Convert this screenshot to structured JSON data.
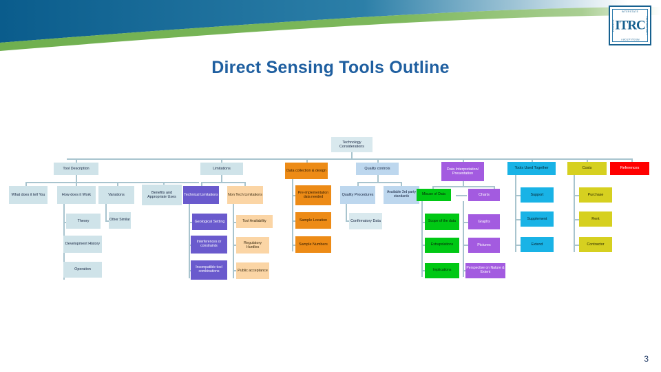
{
  "slide": {
    "title": "Direct Sensing Tools Outline",
    "page_number": "3"
  },
  "logo": {
    "center_text": "ITRC",
    "top_text": "INTERSTATE",
    "right_text": "TECHNOLOGY",
    "bottom_text": "REGULATORY",
    "left_text": "COUNCIL"
  },
  "colors": {
    "banner_blue": "#0A5C8C",
    "banner_green": "#6FAF4F",
    "title_blue": "#1F5FA0",
    "connector": "#A8C4CE",
    "pale_blue": "#CFE3E9",
    "light_blue": "#D9E9EE",
    "purple": "#6A5ACD",
    "peach": "#FBD5A5",
    "orange": "#ED8B16",
    "sky_blue": "#BDD7EE",
    "violet": "#A35BE0",
    "green": "#00C814",
    "cyan": "#19B3E6",
    "yellow": "#D6D020",
    "red": "#FF0000"
  },
  "chart_data": {
    "type": "diagram",
    "title": "Direct Sensing Tools Outline",
    "root": "Technology Considerations",
    "branches": [
      {
        "name": "Tool Description",
        "children": [
          {
            "name": "What does it tell You",
            "children": []
          },
          {
            "name": "How does it Work",
            "children": [
              "Theory",
              "Development History",
              "Operation"
            ]
          },
          {
            "name": "Variations",
            "children": [
              "Other Similar"
            ]
          },
          {
            "name": "Benefits and Appropriate Uses",
            "children": []
          }
        ]
      },
      {
        "name": "Limitations",
        "children": [
          {
            "name": "Technical Limitations",
            "children": [
              "Geological Setting",
              "Interferences or constraints",
              "Incompatible tool combinations"
            ]
          },
          {
            "name": "Non Tech Limitations",
            "children": [
              "Tool Availability",
              "Regulatory Hurdles",
              "Public acceptance"
            ]
          }
        ]
      },
      {
        "name": "Data collection & design",
        "children": [
          {
            "name": "Pre-implementation data needed",
            "children": []
          },
          {
            "name": "Sample Location",
            "children": []
          },
          {
            "name": "Sample Numbers",
            "children": []
          }
        ]
      },
      {
        "name": "Quality controls",
        "children": [
          {
            "name": "Quality Procedures",
            "children": [
              "Confirmatory Data"
            ]
          },
          {
            "name": "Available 3rd party standards",
            "children": []
          }
        ]
      },
      {
        "name": "Data Interpretation/ Presentation",
        "children": [
          {
            "name": "Misuse of Data",
            "children": [
              "Scope of the data",
              "Extrapolations",
              "Implications"
            ]
          },
          {
            "name": "Charts",
            "children": []
          },
          {
            "name": "Graphs",
            "children": []
          },
          {
            "name": "Pictures",
            "children": []
          },
          {
            "name": "Perspective on Nature & Extent",
            "children": []
          }
        ]
      },
      {
        "name": "Tools Used Together",
        "children": [
          {
            "name": "Support",
            "children": []
          },
          {
            "name": "Supplement",
            "children": []
          },
          {
            "name": "Extend",
            "children": []
          }
        ]
      },
      {
        "name": "Costs",
        "children": [
          {
            "name": "Purchase",
            "children": []
          },
          {
            "name": "Rent",
            "children": []
          },
          {
            "name": "Contractor",
            "children": []
          }
        ]
      },
      {
        "name": "References",
        "children": []
      }
    ]
  },
  "nodes": {
    "root": "Technology Considerations",
    "tool_description": "Tool Description",
    "what_does_it_tell_you": "What does it tell You",
    "how_does_it_work": "How does it Work",
    "variations": "Variations",
    "benefits_uses": "Benefits and Appropriate Uses",
    "theory": "Theory",
    "other_similar": "Other Similar",
    "development_history": "Development History",
    "operation": "Operation",
    "limitations": "Limitations",
    "technical_limitations": "Technical Limitations",
    "non_tech_limitations": "Non Tech Limitations",
    "geological_setting": "Geological Setting",
    "tool_availability": "Tool Availability",
    "interferences": "Interferences or constraints",
    "regulatory_hurdles": "Regulatory Hurdles",
    "incompatible_tools": "Incompatible tool combinations",
    "public_acceptance": "Public acceptance",
    "data_collection": "Data collection & design",
    "pre_implementation": "Pre-implementation data needed",
    "sample_location": "Sample Location",
    "sample_numbers": "Sample Numbers",
    "quality_controls": "Quality controls",
    "quality_procedures": "Quality Procedures",
    "third_party_standards": "Available 3rd party standards",
    "confirmatory_data": "Confirmatory Data",
    "data_interpretation": "Data Interpretation/ Presentation",
    "misuse_of_data": "Misuse of Data",
    "charts": "Charts",
    "scope_of_data": "Scope of the data",
    "graphs": "Graphs",
    "extrapolations": "Extrapolations",
    "pictures": "Pictures",
    "implications": "Implications",
    "perspective_nature_extent": "Perspective on Nature & Extent",
    "tools_used_together": "Tools Used Together",
    "support": "Support",
    "supplement": "Supplement",
    "extend": "Extend",
    "costs": "Costs",
    "purchase": "Purchase",
    "rent": "Rent",
    "contractor": "Contractor",
    "references": "References"
  }
}
